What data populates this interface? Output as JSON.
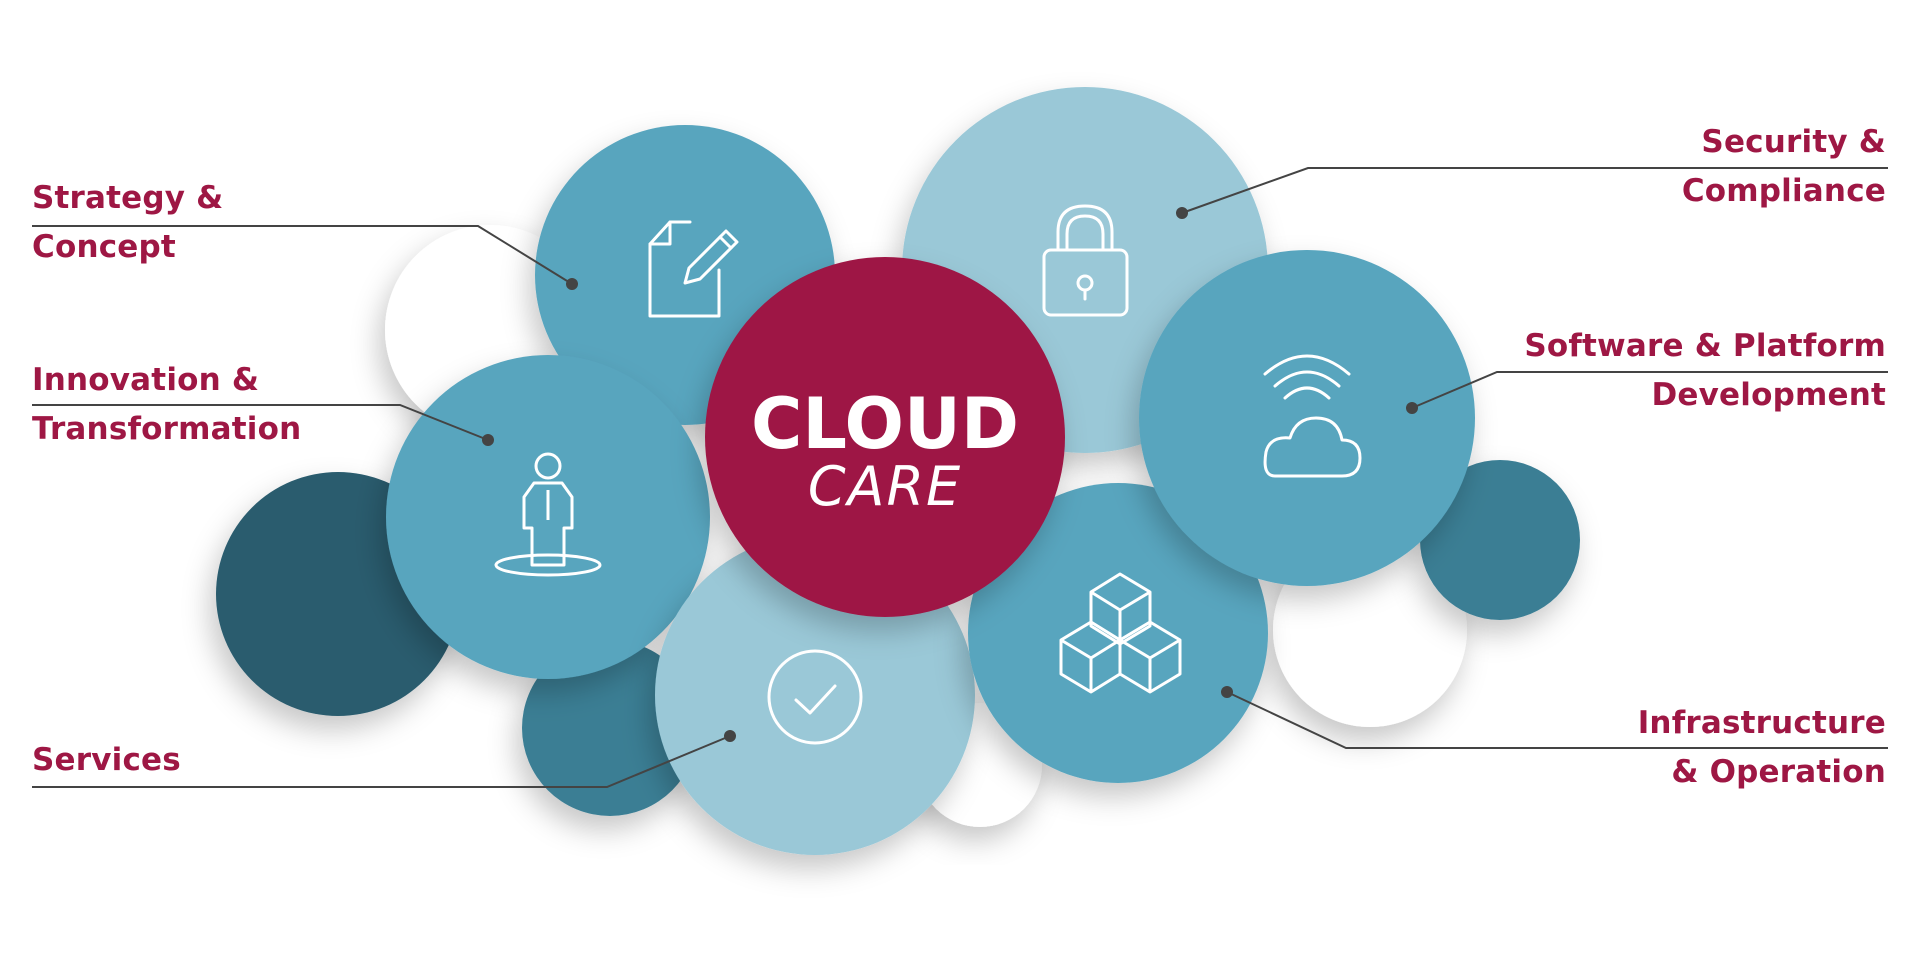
{
  "center": {
    "title": "CLOUD",
    "subtitle": "CARE"
  },
  "labels": {
    "strategy": {
      "line1": "Strategy &",
      "line2": "Concept"
    },
    "innovation": {
      "line1": "Innovation &",
      "line2": "Transformation"
    },
    "services": {
      "line1": "Services"
    },
    "security": {
      "line1": "Security &",
      "line2": "Compliance"
    },
    "software": {
      "line1": "Software & Platform",
      "line2": "Development"
    },
    "infrastructure": {
      "line1": "Infrastructure",
      "line2": "& Operation"
    }
  },
  "icons": {
    "strategy": "edit-document-icon",
    "innovation": "person-icon",
    "services": "checkmark-icon",
    "security": "padlock-icon",
    "software": "cloud-wireless-icon",
    "infrastructure": "cubes-icon"
  },
  "colors": {
    "accent": "#9e1744",
    "teal": "#58a5be",
    "light_teal": "#9ac8d7",
    "dark_teal": "#2a5c6e",
    "mid_dark_teal": "#3a7e94",
    "line": "#444444"
  }
}
